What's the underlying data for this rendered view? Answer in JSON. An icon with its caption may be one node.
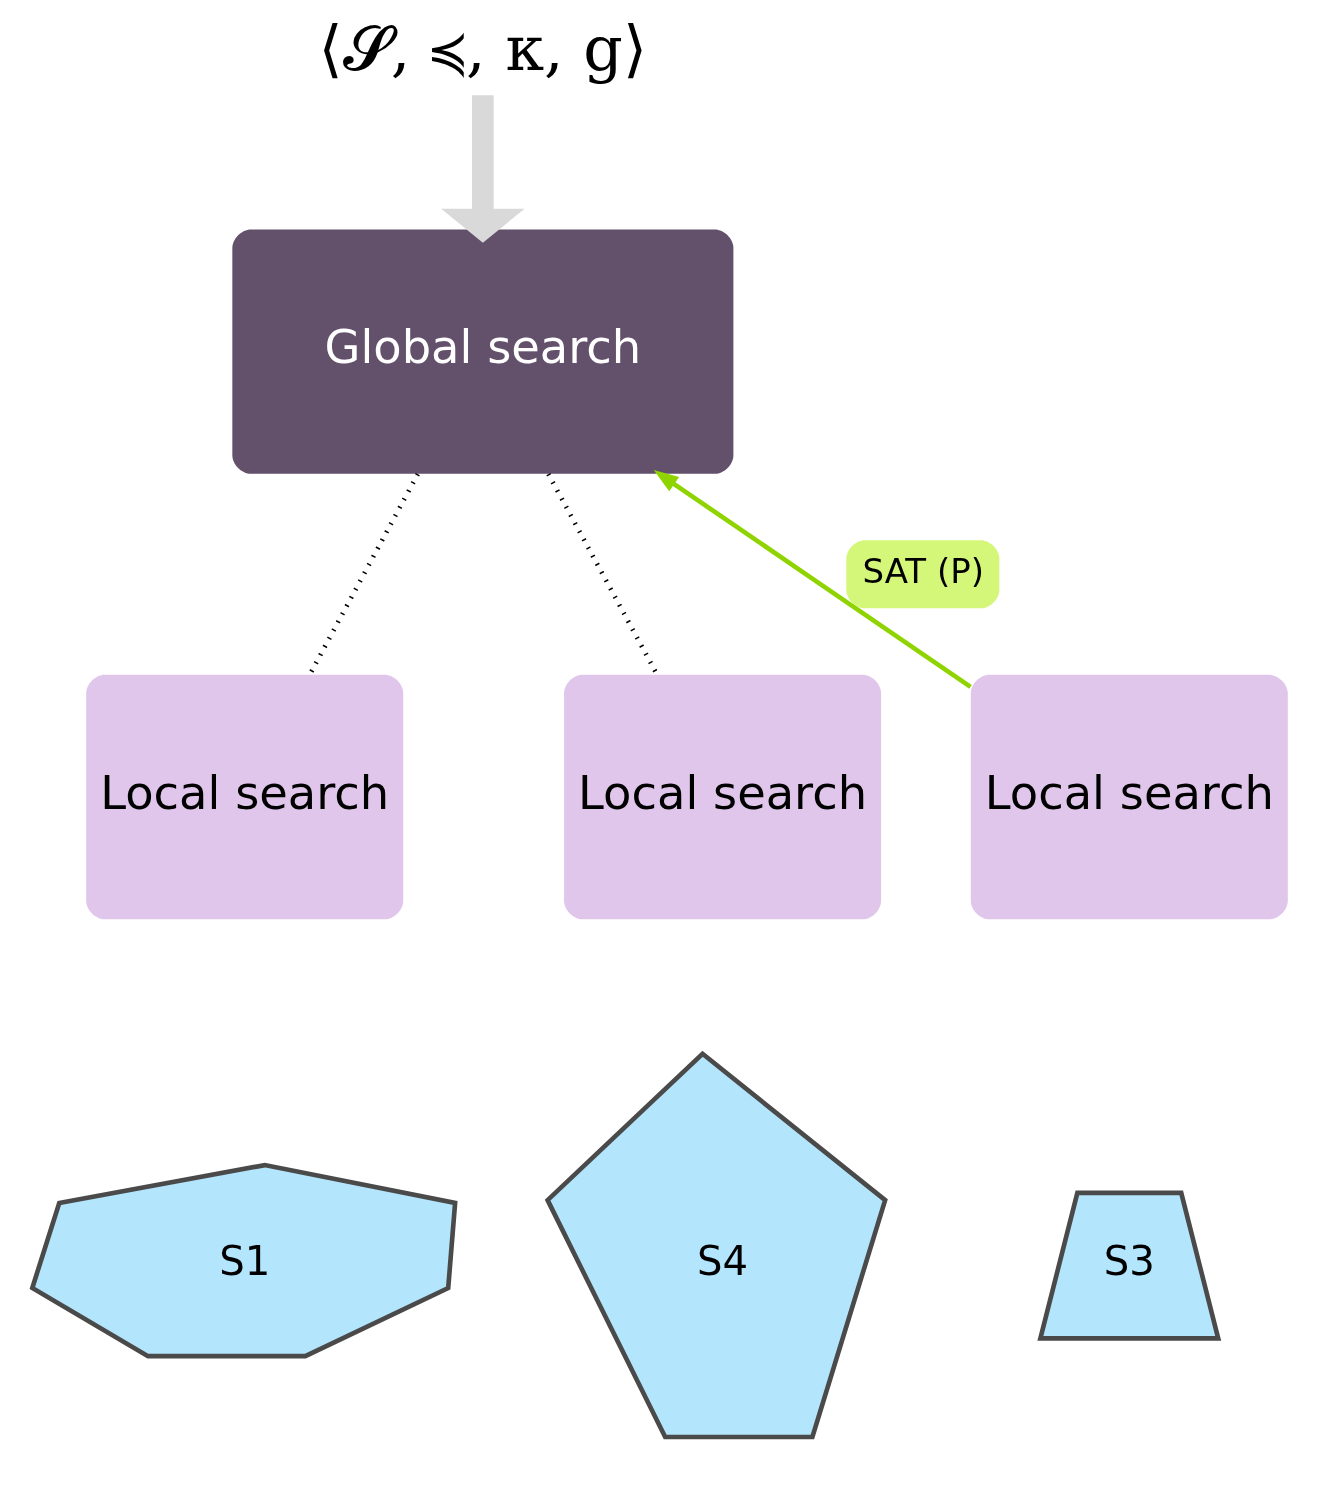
{
  "diagram": {
    "nodes": [
      {
        "text": [
          "⟨𝓢, ≼, κ, g⟩"
        ]
      },
      {
        "text": [
          "Global search"
        ]
      },
      {
        "text": [
          "Local search"
        ]
      },
      {
        "text": [
          "Local search"
        ]
      },
      {
        "text": [
          "Local search"
        ]
      },
      {
        "text": [
          "S1"
        ]
      },
      {
        "text": [
          "S4"
        ]
      },
      {
        "text": [
          "S3"
        ]
      }
    ],
    "edges": [
      {
        "from": 0,
        "to": 1,
        "arrow": "to",
        "style": "thick",
        "color": "#d9d9d9"
      },
      {
        "from": 1,
        "to": 2,
        "arrow": "none",
        "style": "dashed"
      },
      {
        "from": 1,
        "to": 3,
        "arrow": "none",
        "style": "dashed"
      },
      {
        "from": 4,
        "to": 1,
        "arrow": "to",
        "color": "#8fd400",
        "label": "SAT (P)"
      }
    ]
  }
}
